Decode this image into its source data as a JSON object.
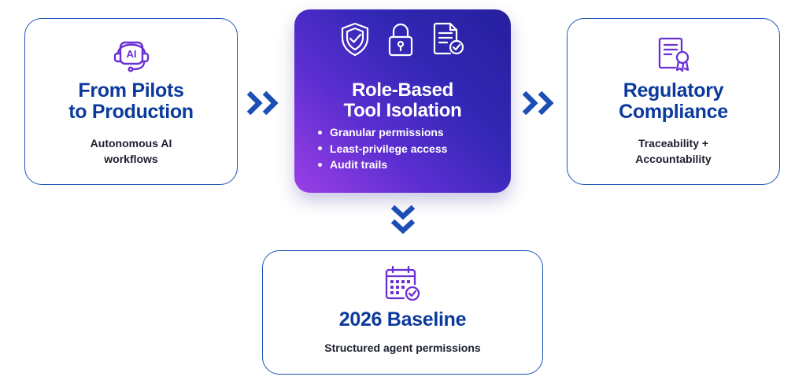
{
  "colors": {
    "primary_blue": "#0b3a9c",
    "border_blue": "#1f55b8",
    "icon_purple": "#6b2fd6",
    "gradient_start": "#9a3fe6",
    "gradient_end": "#261f9e"
  },
  "left_card": {
    "icon": "ai-headset-icon",
    "title_line1": "From Pilots",
    "title_line2": "to Production",
    "subtitle_line1": "Autonomous AI",
    "subtitle_line2": "workflows"
  },
  "center_card": {
    "icons": [
      "shield-check-icon",
      "padlock-icon",
      "document-check-icon"
    ],
    "title_line1": "Role-Based",
    "title_line2": "Tool Isolation",
    "bullets": [
      "Granular permissions",
      "Least-privilege access",
      "Audit trails"
    ]
  },
  "right_card": {
    "icon": "certificate-icon",
    "title_line1": "Regulatory",
    "title_line2": "Compliance",
    "subtitle_line1": "Traceability +",
    "subtitle_line2": "Accountability"
  },
  "bottom_card": {
    "icon": "calendar-check-icon",
    "title": "2026 Baseline",
    "subtitle": "Structured agent permissions"
  },
  "connectors": {
    "left_to_center": "double-chevron-right-icon",
    "center_to_right": "double-chevron-right-icon",
    "center_to_bottom": "double-chevron-down-icon"
  }
}
